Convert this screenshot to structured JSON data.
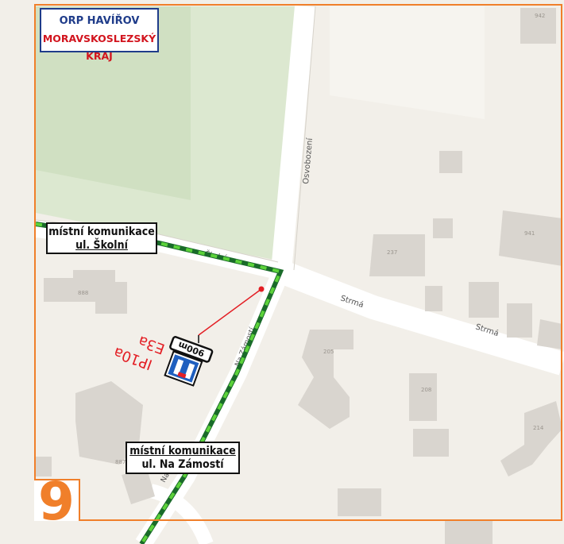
{
  "header": {
    "line1": "ORP HAVÍŘOV",
    "line2": "MORAVSKOSLEZSKÝ KRAJ"
  },
  "map_number": "9",
  "road_labels": [
    {
      "line1": "místní komunikace",
      "line2": "ul. Školní"
    },
    {
      "line1": "místní komunikace",
      "line2": "ul. Na Zámostí"
    }
  ],
  "streets": {
    "osvobozeni": "Osvobození",
    "strma_1": "Strmá",
    "strma_2": "Strmá",
    "skolni": "Školní",
    "na_zamosti": "Na Zámostí",
    "na_zamosti_short": "Na Zá"
  },
  "house_numbers": [
    "942",
    "941",
    "237",
    "888",
    "205",
    "208",
    "214",
    "887"
  ],
  "sign": {
    "code": "IP10a",
    "additional_code": "E3a",
    "distance": "900m"
  },
  "colors": {
    "frame": "#f07f2a",
    "route_dark": "#1a6b2a",
    "route_light": "#5cd23a",
    "sign_blue": "#1f5fbf",
    "pointer": "#e31e24"
  }
}
